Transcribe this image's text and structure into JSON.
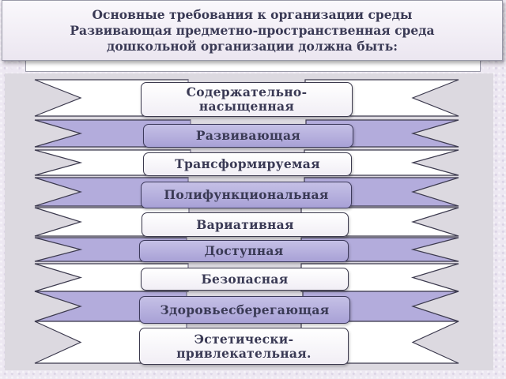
{
  "title": {
    "lines": [
      "Основные требования к организации среды",
      "Развивающая предметно-пространственная среда",
      "дошкольной организации должна быть:"
    ]
  },
  "requirements": [
    {
      "label": "Содержательно-насыщенная",
      "tone": "light"
    },
    {
      "label": "Развивающая",
      "tone": "dark"
    },
    {
      "label": "Трансформируемая",
      "tone": "light"
    },
    {
      "label": "Полифункциональная",
      "tone": "dark"
    },
    {
      "label": "Вариативная",
      "tone": "light"
    },
    {
      "label": "Доступная",
      "tone": "dark"
    },
    {
      "label": "Безопасная",
      "tone": "light"
    },
    {
      "label": "Здоровьесберегающая",
      "tone": "dark"
    },
    {
      "label": "Эстетически-привлекательная.",
      "tone": "light"
    }
  ],
  "colors": {
    "light_ribbon": "#ffffff",
    "dark_ribbon": "#b3acdc",
    "outline": "#3c3a4e"
  }
}
